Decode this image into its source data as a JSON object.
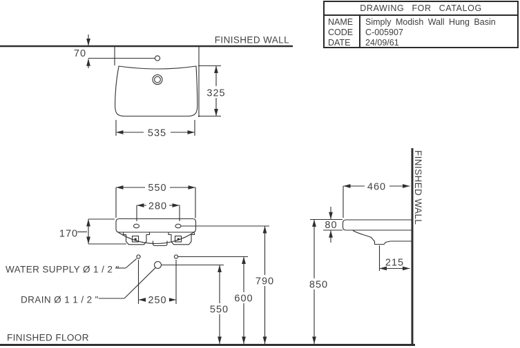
{
  "title_block": {
    "title": "DRAWING FOR CATALOG",
    "rows": [
      {
        "label": "NAME",
        "value": "Simply Modish Wall Hung Basin"
      },
      {
        "label": "CODE",
        "value": "C-005907"
      },
      {
        "label": "DATE",
        "value": "24/09/61"
      }
    ]
  },
  "annotations": {
    "finished_wall_top": "FINISHED WALL",
    "finished_wall_side": "FINISHED WALL",
    "finished_floor": "FINISHED FLOOR",
    "water_supply": "WATER SUPPLY  Ø 1 / 2 \"",
    "drain": "DRAIN  Ø 1 1 / 2 \""
  },
  "dimensions": {
    "top_view": {
      "faucet_hole_offset": "70",
      "basin_depth": "325",
      "basin_width": "535"
    },
    "front_view": {
      "overall_width": "550",
      "hanger_hole_spacing": "280",
      "basin_height": "170",
      "supply_spacing": "250",
      "drain_height_from_floor": "550",
      "supply_height_from_floor": "600",
      "rim_height_from_floor": "790"
    },
    "side_view": {
      "basin_depth": "460",
      "rim_thickness": "80",
      "rim_height_from_floor": "850",
      "drain_offset_from_wall": "215"
    }
  },
  "colors": {
    "ink": "#2f2f2f",
    "text": "#414141",
    "background": "#ffffff"
  }
}
